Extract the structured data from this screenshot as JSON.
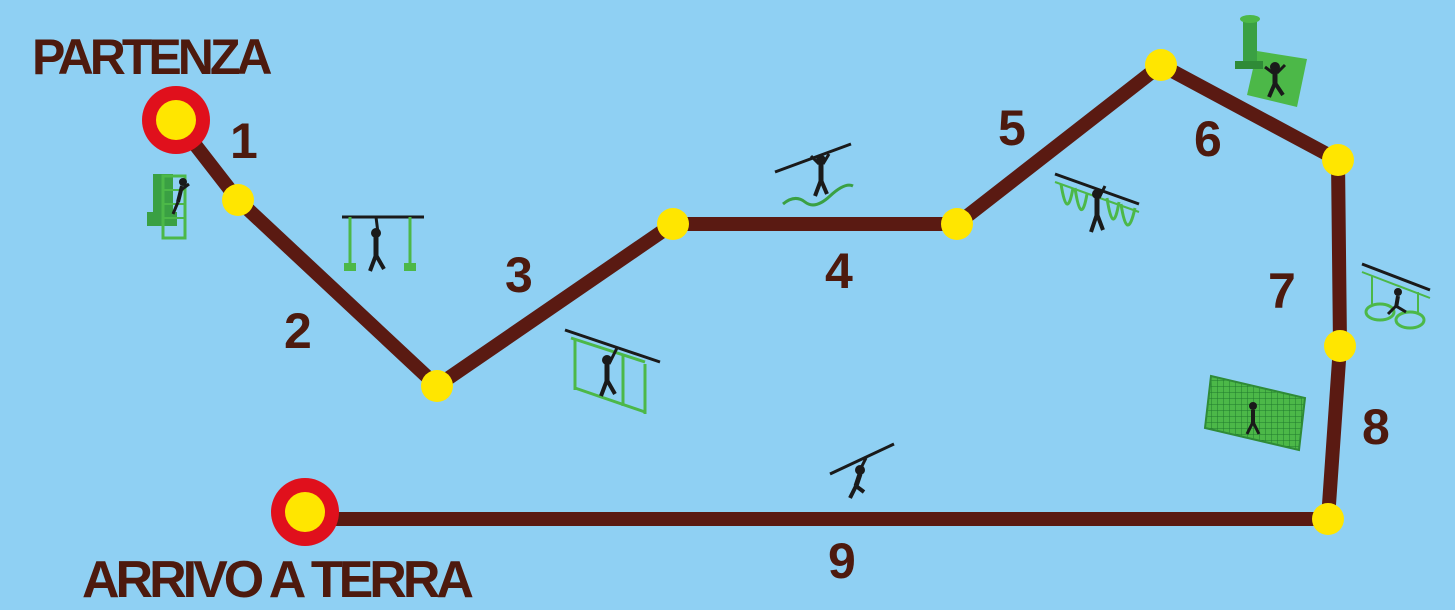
{
  "labels": {
    "start": "PARTENZA",
    "end": "ARRIVO A TERRA"
  },
  "segments": [
    "1",
    "2",
    "3",
    "4",
    "5",
    "6",
    "7",
    "8",
    "9"
  ],
  "colors": {
    "background": "#8fd0f3",
    "path": "#5a1a12",
    "node": "#ffe600",
    "terminal_ring": "#e0101c",
    "text": "#4d1a0e",
    "obstacle": "#4cb848",
    "figure": "#1a1a1a"
  },
  "obstacles": [
    "climbing-tower-icon",
    "trapeze-bridge-icon",
    "hanging-bridge-icon",
    "tightrope-icon",
    "rope-loops-icon",
    "climbing-wall-icon",
    "ring-bridge-icon",
    "net-wall-icon",
    "zip-line-icon"
  ]
}
